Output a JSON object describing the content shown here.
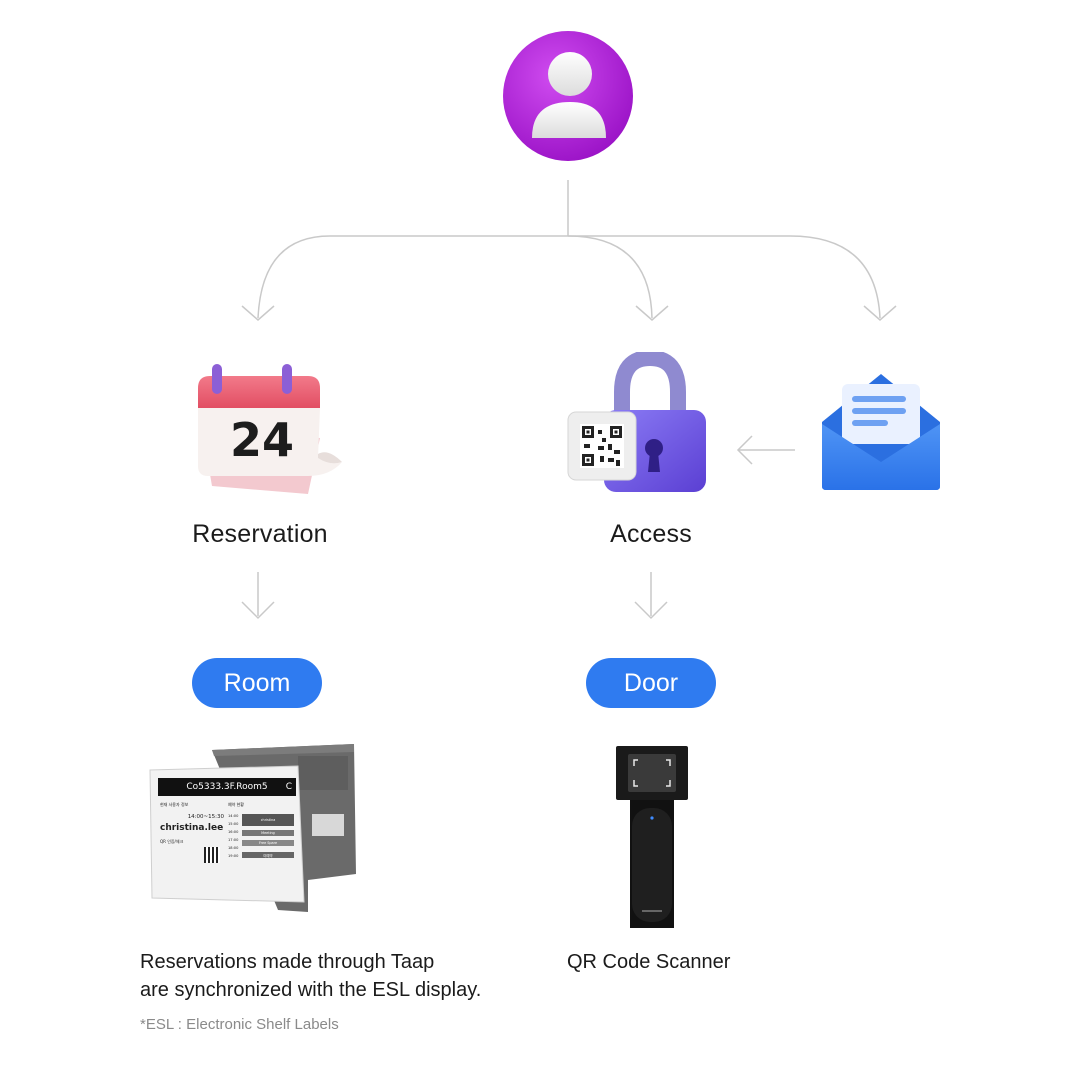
{
  "nodes": {
    "reservation": {
      "label": "Reservation",
      "icon": "calendar-icon",
      "calendar_number": "24"
    },
    "access": {
      "label": "Access",
      "icon": "padlock-qr-icon"
    },
    "email": {
      "icon": "envelope-icon"
    },
    "user": {
      "icon": "user-avatar-icon",
      "color": "#b324d8"
    }
  },
  "targets": {
    "room": {
      "label": "Room",
      "device": "esl-display"
    },
    "door": {
      "label": "Door",
      "device": "qr-scanner"
    }
  },
  "esl_screen": {
    "header": "Co5333.3F.Room5",
    "header_logo": "C",
    "left_heading": "현재 사용자 정보",
    "time": "14:00~15:30",
    "user": "christina.lee",
    "qr_heading": "QR 인증/체크",
    "right_heading": "예약 현황",
    "times": [
      "14:00",
      "15:00",
      "16:00",
      "17:00",
      "18:00",
      "19:00"
    ],
    "slots": [
      "christina",
      "Meeting",
      "Free Spare",
      "미예약"
    ]
  },
  "captions": {
    "room_line1": "Reservations made through Taap",
    "room_line2": "are synchronized with the ESL display.",
    "door": "QR Code Scanner",
    "footnote": "*ESL : Electronic Shelf Labels"
  },
  "colors": {
    "accent": "#2f7bf0",
    "arrow": "#c8c8c8"
  }
}
